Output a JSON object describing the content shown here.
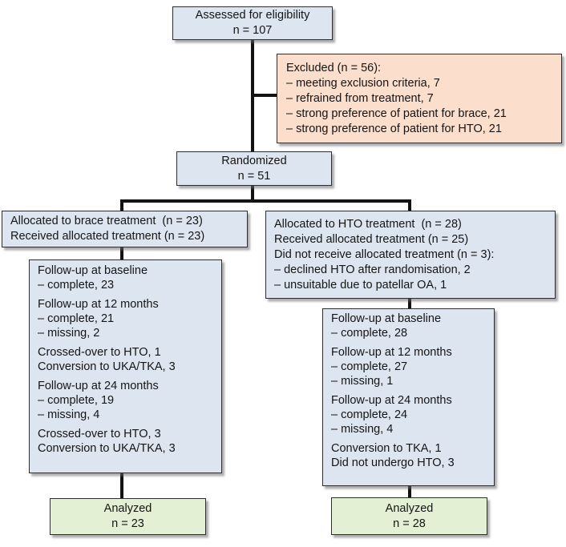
{
  "figure": {
    "kind": "consort-flow-diagram"
  },
  "colors": {
    "process_box": "#dde5f1",
    "excluded_box": "#fbdecb",
    "analyzed_box": "#e3f0d4",
    "border": "#2d2d2d",
    "connector": "#121212"
  },
  "boxes": {
    "assessed": {
      "line1": "Assessed for eligibility",
      "line2": "n = 107"
    },
    "excluded": {
      "title": "Excluded (n = 56):",
      "items": [
        "– meeting exclusion criteria, 7",
        "– refrained from treatment, 7",
        "– strong preference of patient for brace, 21",
        "– strong preference of patient for HTO, 21"
      ]
    },
    "randomized": {
      "line1": "Randomized",
      "line2": "n = 51"
    },
    "brace_allocation": {
      "lines": [
        "Allocated to brace treatment  (n = 23)",
        "Received allocated treatment (n = 23)"
      ]
    },
    "hto_allocation": {
      "lines": [
        "Allocated to HTO treatment  (n = 28)",
        "Received allocated treatment (n = 25)",
        "Did not receive allocated treatment (n = 3):",
        "– declined HTO after randomisation, 2",
        "– unsuitable due to patellar OA, 1"
      ]
    },
    "brace_followup": {
      "groups": [
        [
          "Follow-up at baseline",
          "– complete, 23"
        ],
        [
          "Follow-up at 12 months",
          "– complete, 21",
          "– missing, 2"
        ],
        [
          "Crossed-over to HTO, 1",
          "Conversion to UKA/TKA, 3"
        ],
        [
          "Follow-up at 24 months",
          "– complete, 19",
          "– missing, 4"
        ],
        [
          "Crossed-over to HTO, 3",
          "Conversion to UKA/TKA, 3"
        ]
      ]
    },
    "hto_followup": {
      "groups": [
        [
          "Follow-up at baseline",
          "– complete, 28"
        ],
        [
          "Follow-up at 12 months",
          "– complete, 27",
          "– missing, 1"
        ],
        [
          "Follow-up at 24 months",
          "– complete, 24",
          "– missing, 4"
        ],
        [
          "Conversion to TKA, 1",
          "Did not undergo HTO, 3"
        ]
      ]
    },
    "brace_analyzed": {
      "line1": "Analyzed",
      "line2": "n = 23"
    },
    "hto_analyzed": {
      "line1": "Analyzed",
      "line2": "n = 28"
    }
  }
}
